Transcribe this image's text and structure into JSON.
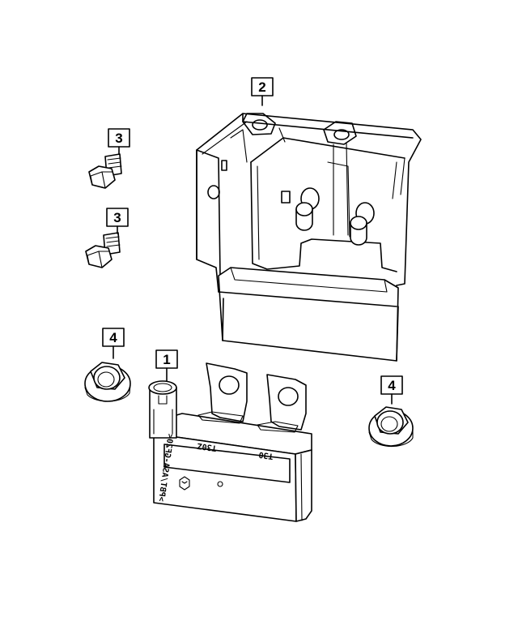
{
  "diagram": {
    "callouts": [
      {
        "id": "callout-1",
        "label": "1"
      },
      {
        "id": "callout-2",
        "label": "2"
      },
      {
        "id": "callout-3a",
        "label": "3"
      },
      {
        "id": "callout-3b",
        "label": "3"
      },
      {
        "id": "callout-4a",
        "label": "4"
      },
      {
        "id": "callout-4b",
        "label": "4"
      }
    ],
    "module_labels": {
      "part_number": ">PBT/ASA-GF20<",
      "terminal_left": "T30Z",
      "terminal_right": "T30"
    }
  }
}
